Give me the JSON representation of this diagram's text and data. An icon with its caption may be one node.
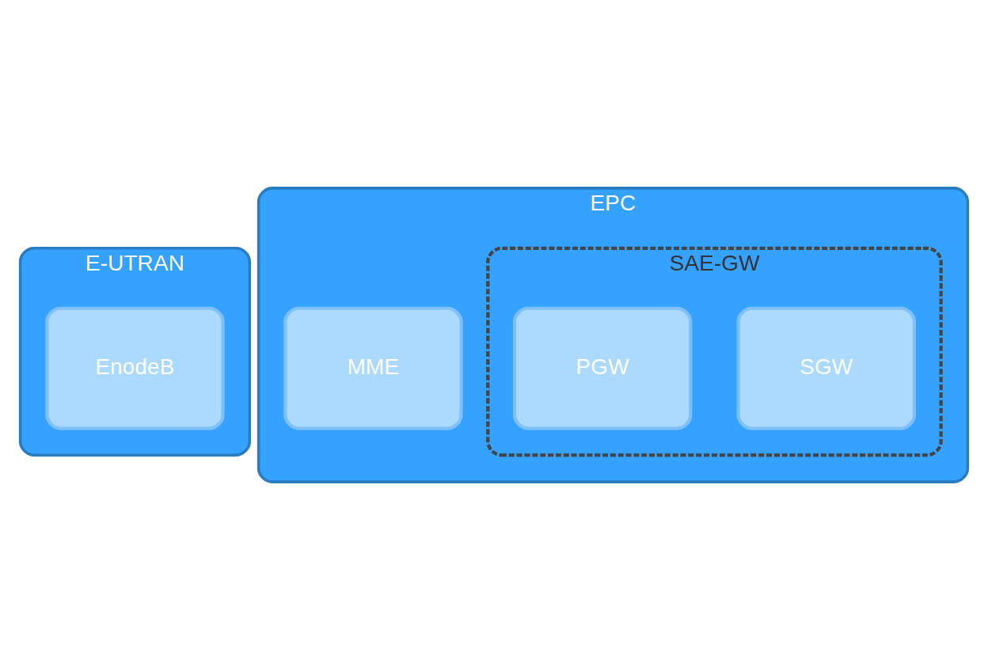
{
  "diagram": {
    "nodes": [
      {
        "text": [
          "E-UTRAN"
        ]
      },
      {
        "text": [
          "EnodeB"
        ],
        "in": 0
      },
      {
        "text": [
          "EPC"
        ]
      },
      {
        "text": [
          "MME"
        ],
        "in": 2
      },
      {
        "text": [
          "SAE-GW"
        ],
        "in": 2
      },
      {
        "text": [
          "SGW"
        ],
        "in": 4
      },
      {
        "text": [
          "PGW"
        ],
        "in": 4
      }
    ]
  }
}
